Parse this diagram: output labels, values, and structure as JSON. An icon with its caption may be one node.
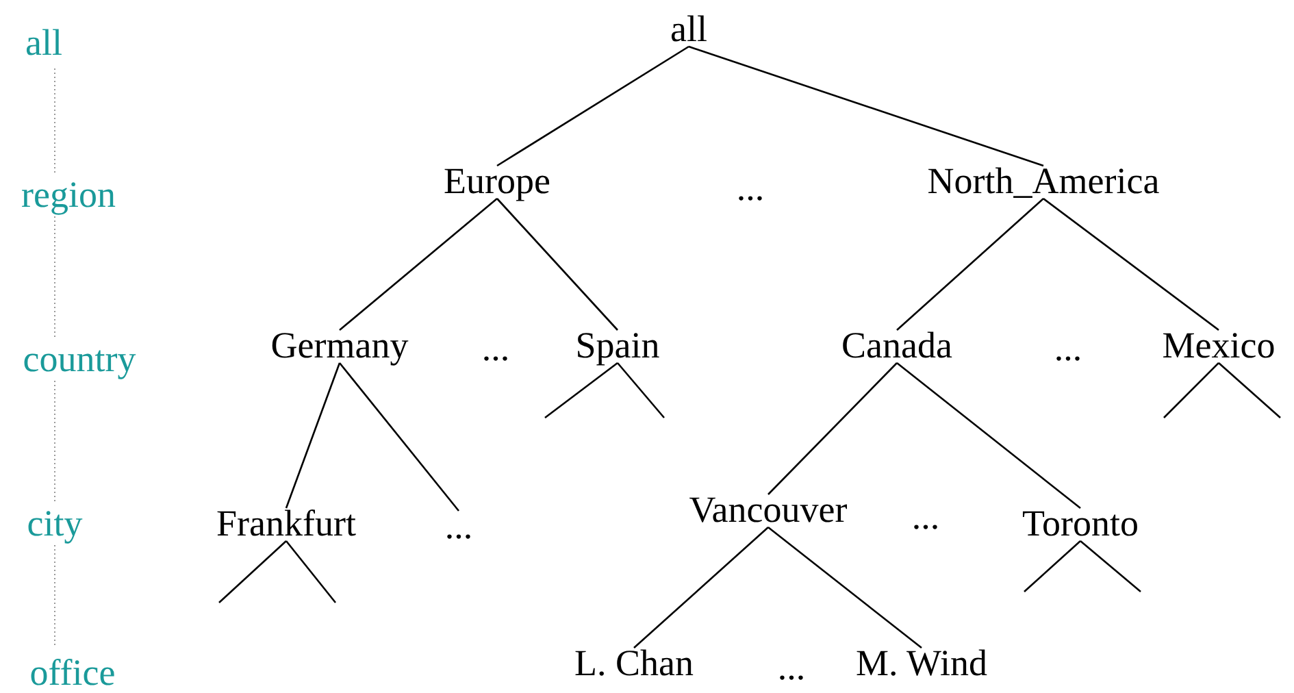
{
  "diagram": {
    "nodes": [
      {
        "text": [
          "all"
        ]
      },
      {
        "text": [
          "Europe"
        ]
      },
      {
        "text": [
          "North_America"
        ]
      },
      {
        "text": [
          "Germany"
        ]
      },
      {
        "text": [
          "Spain"
        ]
      },
      {
        "text": [
          "Canada"
        ]
      },
      {
        "text": [
          "Mexico"
        ]
      },
      {
        "text": [
          "Frankfurt"
        ]
      },
      {
        "text": [
          "..."
        ]
      },
      {
        "text": [
          "Vancouver"
        ]
      },
      {
        "text": [
          "Toronto"
        ]
      },
      {
        "text": [
          "L. Chan"
        ]
      },
      {
        "text": [
          "M. Wind"
        ]
      }
    ],
    "edges": [
      {
        "from": 0,
        "to": 1,
        "arrow": "none"
      },
      {
        "from": 0,
        "to": 2,
        "arrow": "none"
      },
      {
        "from": 1,
        "to": 3,
        "arrow": "none"
      },
      {
        "from": 1,
        "to": 4,
        "arrow": "none"
      },
      {
        "from": 2,
        "to": 5,
        "arrow": "none"
      },
      {
        "from": 2,
        "to": 6,
        "arrow": "none"
      },
      {
        "from": 3,
        "to": 7,
        "arrow": "none"
      },
      {
        "from": 3,
        "to": 8,
        "arrow": "none"
      },
      {
        "from": 4,
        "to": null,
        "arrow": "none"
      },
      {
        "from": 4,
        "to": null,
        "arrow": "none"
      },
      {
        "from": 5,
        "to": 9,
        "arrow": "none"
      },
      {
        "from": 5,
        "to": 10,
        "arrow": "none"
      },
      {
        "from": 6,
        "to": null,
        "arrow": "none"
      },
      {
        "from": 6,
        "to": null,
        "arrow": "none"
      },
      {
        "from": 7,
        "to": null,
        "arrow": "none"
      },
      {
        "from": 7,
        "to": null,
        "arrow": "none"
      },
      {
        "from": 9,
        "to": 11,
        "arrow": "none"
      },
      {
        "from": 9,
        "to": 12,
        "arrow": "none"
      },
      {
        "from": 10,
        "to": null,
        "arrow": "none"
      },
      {
        "from": 10,
        "to": null,
        "arrow": "none"
      }
    ],
    "labels": [
      "all",
      "region",
      "...",
      "country",
      "...",
      "...",
      "city",
      "...",
      "office",
      "..."
    ]
  }
}
